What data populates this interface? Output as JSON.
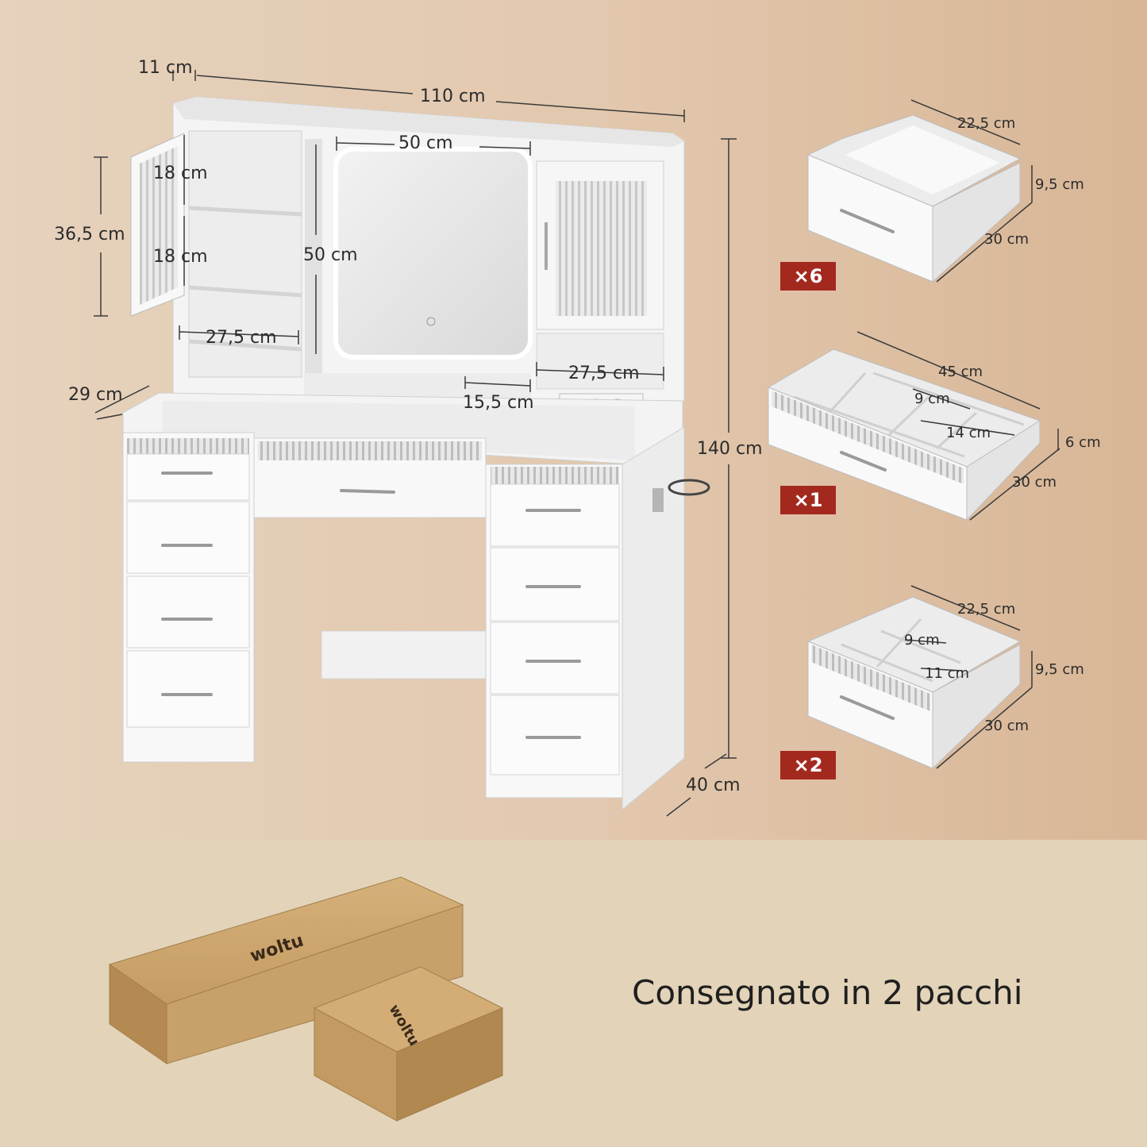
{
  "colors": {
    "badge": "#a3291f",
    "line": "#3a3a3a",
    "furniture": "#f7f7f7",
    "box": "#c9a36b"
  },
  "vanity": {
    "width": "110 cm",
    "side_width": "11 cm",
    "mirror_width": "50 cm",
    "mirror_height": "50 cm",
    "cabinet_height": "36,5 cm",
    "shelf_top": "18 cm",
    "shelf_bottom": "18 cm",
    "shelf_width_left": "27,5 cm",
    "shelf_width_right": "27,5 cm",
    "niche_width": "15,5 cm",
    "top_depth": "29 cm",
    "height": "140 cm",
    "depth": "40 cm"
  },
  "drawers": [
    {
      "width": "22,5 cm",
      "height": "9,5 cm",
      "depth": "30 cm",
      "qty": "×6"
    },
    {
      "width": "45 cm",
      "compartment_a": "9 cm",
      "compartment_b": "14 cm",
      "height": "6 cm",
      "depth": "30 cm",
      "qty": "×1"
    },
    {
      "width": "22,5 cm",
      "compartment_a": "9 cm",
      "compartment_b": "11 cm",
      "height": "9,5 cm",
      "depth": "30 cm",
      "qty": "×2"
    }
  ],
  "packaging": {
    "caption": "Consegnato in 2 pacchi",
    "brand": "woltu"
  }
}
